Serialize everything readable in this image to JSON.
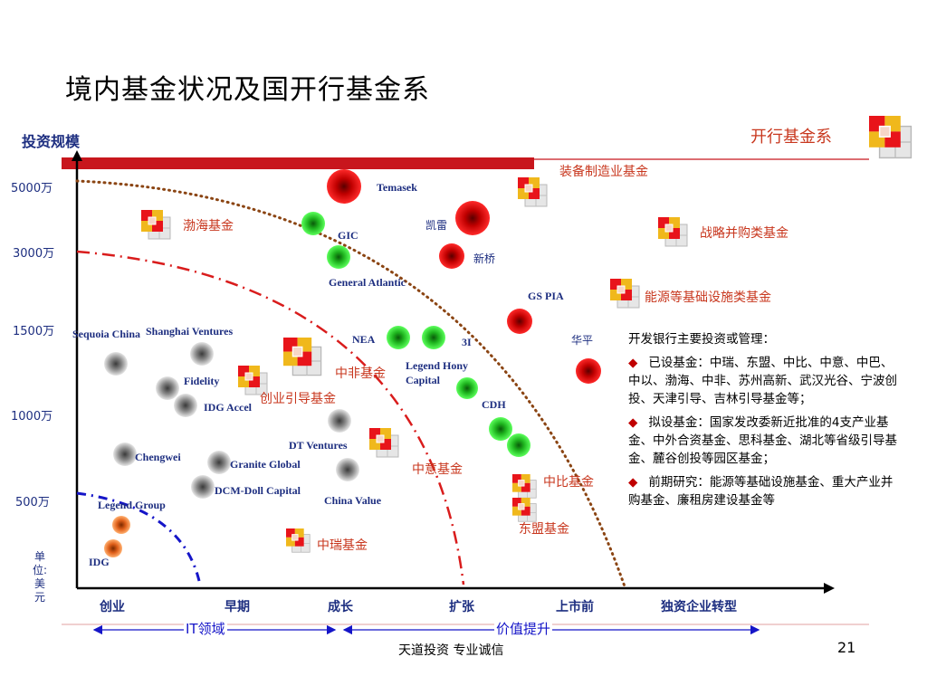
{
  "title": "境内基金状况及国开行基金系",
  "y_axis": {
    "title": "投资规模",
    "ticks": [
      "5000万",
      "3000万",
      "1500万",
      "1000万",
      "500万"
    ],
    "unit_label": [
      "单",
      "位:",
      "美",
      "元"
    ]
  },
  "x_axis": {
    "stages": [
      "创业",
      "早期",
      "成长",
      "扩张",
      "上市前",
      "独资企业转型"
    ]
  },
  "bottom_arrows": {
    "left": "IT领域",
    "right": "价值提升"
  },
  "legend": {
    "cdb_series": "开行基金系"
  },
  "funds": {
    "temasek": "Temasek",
    "gic": "GIC",
    "kailei": "凯雷",
    "xinqiao": "新桥",
    "general_atlantic": "General Atlantic",
    "gs_pia": "GS PIA",
    "huaping": "华平",
    "sequoia": "Sequoia China",
    "shanghai_ventures": "Shanghai Ventures",
    "fidelity": "Fidelity",
    "idg_accel": "IDG Accel",
    "nea": "NEA",
    "3i": "3I",
    "legend_hony": "Legend Hony Capital",
    "cdh": "CDH",
    "dt_ventures": "DT Ventures",
    "chengwei": "Chengwei",
    "granite": "Granite Global",
    "dcm": "DCM-Doll Capital",
    "china_value": "China Value",
    "legend_group": "Legend Group",
    "idg": "IDG"
  },
  "cdb_funds": {
    "equipment": "装备制造业基金",
    "bohai": "渤海基金",
    "ma": "战略并购类基金",
    "energy": "能源等基础设施类基金",
    "china_africa": "中非基金",
    "guide": "创业引导基金",
    "china_italy": "中意基金",
    "china_belgium": "中比基金",
    "asean": "东盟基金",
    "china_swiss": "中瑞基金"
  },
  "note": {
    "heading": "开发银行主要投资或管理：",
    "items": [
      "已设基金：中瑞、东盟、中比、中意、中巴、中以、渤海、中非、苏州高新、武汉光谷、宁波创投、天津引导、吉林引导基金等；",
      "拟设基金：国家发改委新近批准的4支产业基金、中外合资基金、思科基金、湖北等省级引导基金、麓谷创投等园区基金；",
      "前期研究：能源等基础设施基金、重大产业并购基金、廉租房建设基金等"
    ]
  },
  "footer": "天道投资   专业诚信",
  "page_number": "21",
  "colors": {
    "red_bar": "#c8161d",
    "axis": "#000000",
    "brown_dotted": "#8b4513",
    "red_dashdot": "#d91c1c",
    "blue_dashdot": "#1515c8",
    "label_red": "#c8371e",
    "label_blue": "#1f3a8f"
  }
}
